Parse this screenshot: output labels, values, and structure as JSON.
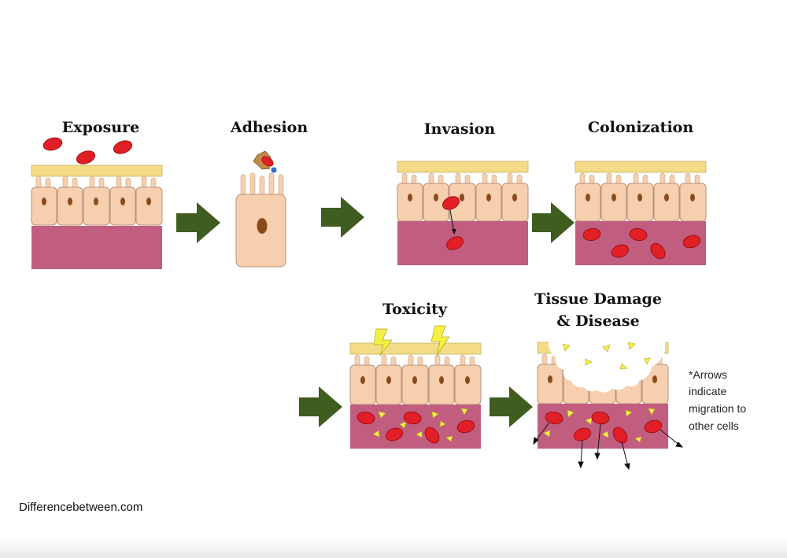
{
  "stages": [
    {
      "id": "exposure",
      "title": "Exposure"
    },
    {
      "id": "adhesion",
      "title": "Adhesion"
    },
    {
      "id": "invasion",
      "title": "Invasion"
    },
    {
      "id": "colonization",
      "title": "Colonization"
    },
    {
      "id": "toxicity",
      "title": "Toxicity"
    },
    {
      "id": "damage",
      "title_line1": "Tissue Damage",
      "title_line2": "& Disease"
    }
  ],
  "note": {
    "lines": [
      "*Arrows",
      "indicate",
      "migration to",
      "other cells"
    ]
  },
  "source": "Differencebetween.com",
  "colors": {
    "mucus": "#f4dc86",
    "cell": "#f6cfae",
    "nucleus": "#8a4b1c",
    "tissue": "#c15e80",
    "bacteria": "#e21f26",
    "arrow": "#3f5d1f",
    "toxin": "#f5ef44"
  }
}
